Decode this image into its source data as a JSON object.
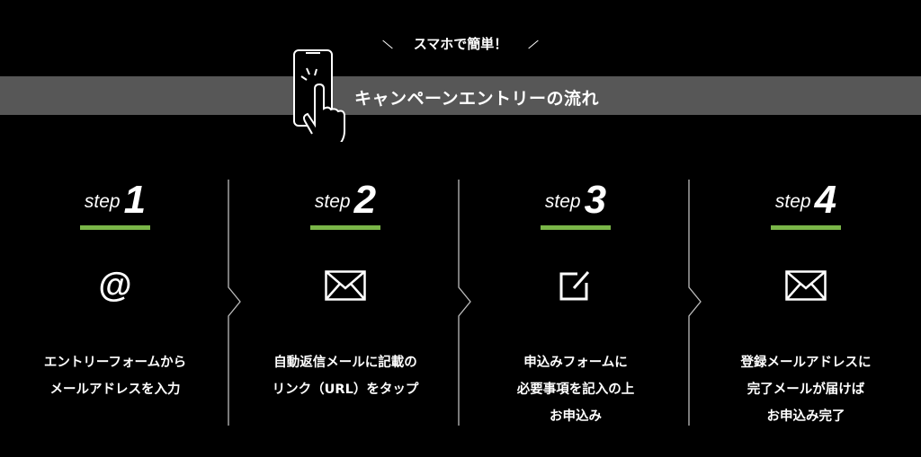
{
  "header": {
    "subtitle": "スマホで簡単！",
    "title": "キャンペーンエントリーの流れ"
  },
  "accent_color": "#7ab648",
  "steps": [
    {
      "word": "step",
      "number": "1",
      "icon": "at-icon",
      "lines": [
        "エントリーフォームから",
        "メールアドレスを入力"
      ]
    },
    {
      "word": "step",
      "number": "2",
      "icon": "envelope-icon",
      "lines": [
        "自動返信メールに記載の",
        "リンク（URL）をタップ"
      ]
    },
    {
      "word": "step",
      "number": "3",
      "icon": "edit-icon",
      "lines": [
        "申込みフォームに",
        "必要事項を記入の上",
        "お申込み"
      ]
    },
    {
      "word": "step",
      "number": "4",
      "icon": "envelope-icon",
      "lines": [
        "登録メールアドレスに",
        "完了メールが届けば",
        "お申込み完了"
      ]
    }
  ]
}
